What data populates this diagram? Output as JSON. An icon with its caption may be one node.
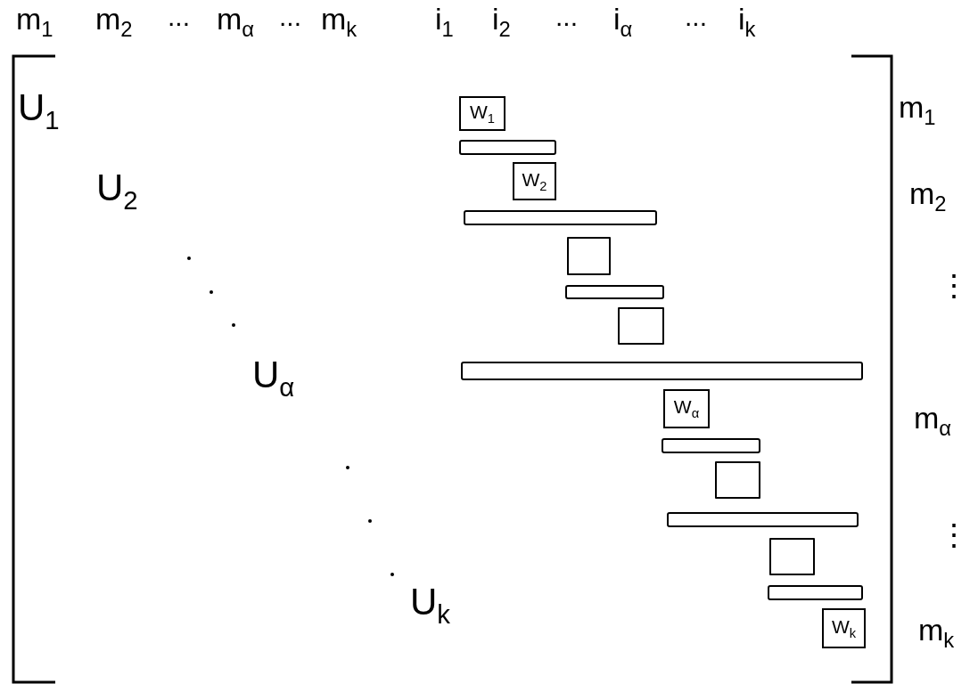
{
  "diagram": {
    "nodes": [
      {
        "text": [
          "W$_{1}$"
        ]
      },
      {
        "text": [],
        "shape": "bar"
      },
      {
        "text": [
          "W$_{2}$"
        ]
      },
      {
        "text": [],
        "shape": "bar"
      },
      {
        "text": [],
        "shape": "box"
      },
      {
        "text": [],
        "shape": "bar"
      },
      {
        "text": [],
        "shape": "box"
      },
      {
        "text": [],
        "shape": "bar"
      },
      {
        "text": [
          "W$_{α}$"
        ]
      },
      {
        "text": [],
        "shape": "bar"
      },
      {
        "text": [],
        "shape": "box"
      },
      {
        "text": [],
        "shape": "bar"
      },
      {
        "text": [],
        "shape": "box"
      },
      {
        "text": [],
        "shape": "bar"
      },
      {
        "text": [
          "W$_{k}$"
        ]
      }
    ],
    "labels": [
      "m$_{1}$",
      "m$_{2}$",
      "...",
      "m$_{α}$",
      "...",
      "m$_{k}$",
      "i$_{1}$",
      "i$_{2}$",
      "...",
      "i$_{α}$",
      "...",
      "i$_{k}$",
      "U$_{1}$",
      "m$_{1}$",
      "U$_{2}$",
      "m$_{2}$",
      "⋮",
      "U$_{α}$",
      "m$_{α}$",
      "⋮",
      "U$_{k}$",
      "m$_{k}$"
    ]
  }
}
